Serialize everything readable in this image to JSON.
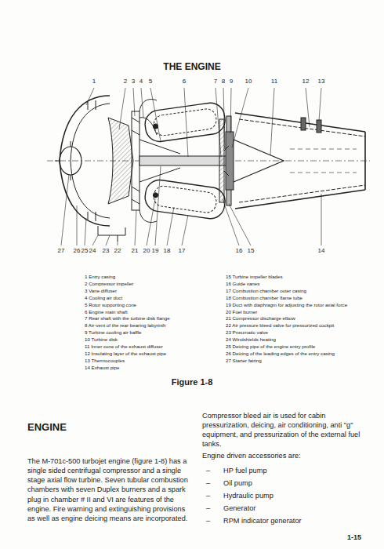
{
  "diagram": {
    "title": "THE ENGINE",
    "caption": "Figure 1-8",
    "labels": [
      "1",
      "2",
      "3",
      "4",
      "5",
      "6",
      "7",
      "8",
      "9",
      "10",
      "11",
      "12",
      "13",
      "27",
      "26",
      "25",
      "24",
      "23",
      "22",
      "21",
      "20",
      "19",
      "18",
      "17",
      "16",
      "15",
      "14",
      "1 Entry casing",
      "2 Compressor impeller",
      "3 Vane diffuser",
      "4 Cooling air duct",
      "5 Rotor supporting cone",
      "6 Engine main shaft",
      "7 Rear shaft with the turbine disk flange",
      "8 Air-vent of the rear bearing labyrinth",
      "9 Turbine cooling air baffle",
      "10 Turbine disk",
      "11 Inner cone of the exhaust diffuser",
      "12 Insulating layer of the exhaust pipe",
      "13 Thermocouples",
      "14 Exhaust pipe",
      "15 Turbine impeller blades",
      "16 Guide vanes",
      "17 Combustion chamber outer casing",
      "18 Combustion chamber flame tube",
      "19 Duct with diaphragm for adjusting the rotor axial force",
      "20 Fuel burner",
      "21 Compressor discharge elbow",
      "22 Air pressure bleed valve for pressurized cockpit",
      "23 Pneumatic valve",
      "24 Windshields heating",
      "25 Deicing pipe of the engine entry profile",
      "26 Deicing of the leading edges of the entry casing",
      "27 Starter fairing",
      "ENGINE",
      "The M-701c-500 turbojet engine (figure 1-8) has a single sided centrifugal compressor and a single stage axial flow turbine. Seven tubular combustion chambers with seven Duplex burners and a spark plug in chamber # II and VI are features of the engine. Fire warning and extinguishing provisions as well as engine deicing means are incorporated.",
      "Compressor bleed air is used for cabin pressurization, deicing, air conditioning, anti \"g\" equipment, and pressurization of the external fuel tanks.",
      "Engine driven accessories are:",
      "–",
      "HP fuel pump",
      "–",
      "Oil pump",
      "–",
      "Hydraulic pump",
      "–",
      "Generator",
      "–",
      "RPM indicator generator",
      "1-15"
    ]
  }
}
